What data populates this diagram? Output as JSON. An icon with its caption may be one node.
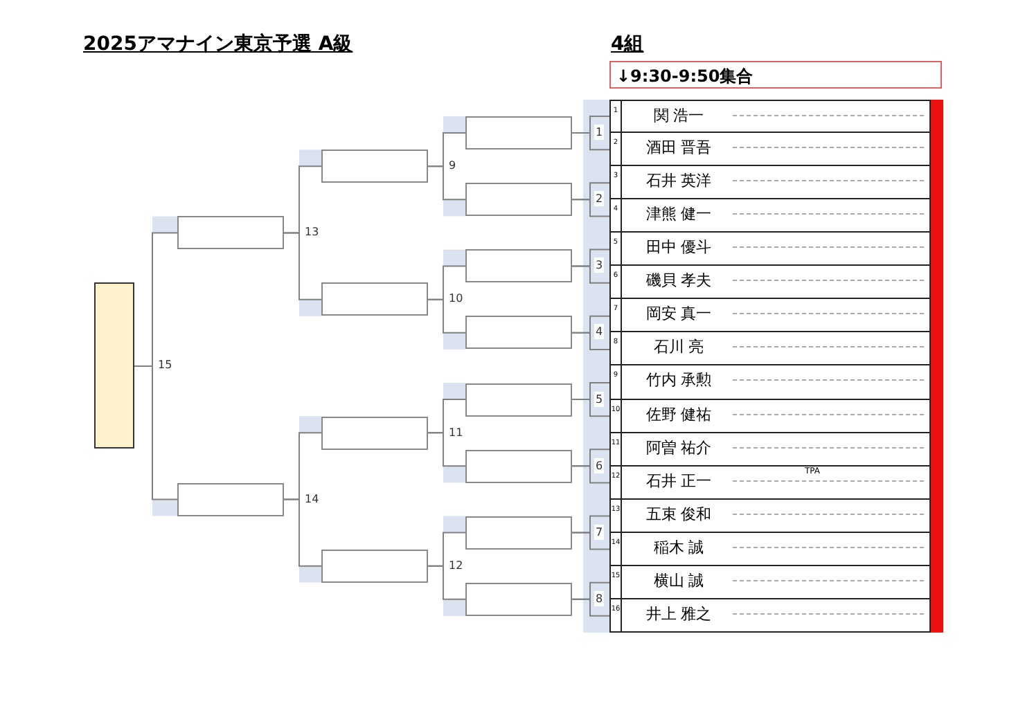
{
  "diagram": {
    "title": "2025アマナイン東京予選 A級",
    "nodes": [
      {
        "text": [
          "↓9:30-9:50集合"
        ]
      },
      {
        "text": [
          "1",
          "関 浩一"
        ]
      },
      {
        "text": [
          "2",
          "酒田 晋吾"
        ]
      },
      {
        "text": [
          "3",
          "石井 英洋"
        ]
      },
      {
        "text": [
          "4",
          "津熊 健一"
        ]
      },
      {
        "text": [
          "5",
          "田中 優斗"
        ]
      },
      {
        "text": [
          "6",
          "磯貝 孝夫"
        ]
      },
      {
        "text": [
          "7",
          "岡安 真一"
        ]
      },
      {
        "text": [
          "8",
          "石川 亮"
        ]
      },
      {
        "text": [
          "9",
          "竹内 承勲"
        ]
      },
      {
        "text": [
          "10",
          "佐野 健祐"
        ]
      },
      {
        "text": [
          "11",
          "阿曽 祐介"
        ]
      },
      {
        "text": [
          "12",
          "石井 正一",
          "TPA"
        ]
      },
      {
        "text": [
          "13",
          "五束 俊和"
        ]
      },
      {
        "text": [
          "14",
          "稲木 誠"
        ]
      },
      {
        "text": [
          "15",
          "横山 誠"
        ]
      },
      {
        "text": [
          "16",
          "井上 雅之"
        ]
      },
      {
        "text": [],
        "shape": "box"
      },
      {
        "text": [],
        "shape": "box"
      },
      {
        "text": [],
        "shape": "box"
      },
      {
        "text": [],
        "shape": "box"
      },
      {
        "text": [],
        "shape": "box"
      },
      {
        "text": [],
        "shape": "box"
      },
      {
        "text": [],
        "shape": "box"
      },
      {
        "text": [],
        "shape": "box"
      },
      {
        "text": [],
        "shape": "box"
      },
      {
        "text": [],
        "shape": "box"
      },
      {
        "text": [],
        "shape": "box"
      },
      {
        "text": [],
        "shape": "box"
      },
      {
        "text": [],
        "shape": "box"
      },
      {
        "text": [],
        "shape": "box"
      },
      {
        "text": [],
        "shape": "box"
      }
    ],
    "edges": [
      {
        "from": 1,
        "to": 24,
        "arrow": "none",
        "label": "1"
      },
      {
        "from": 2,
        "to": 24,
        "arrow": "none"
      },
      {
        "from": 3,
        "to": 25,
        "arrow": "none",
        "label": "2"
      },
      {
        "from": 4,
        "to": 25,
        "arrow": "none"
      },
      {
        "from": 5,
        "to": 26,
        "arrow": "none",
        "label": "3"
      },
      {
        "from": 6,
        "to": 26,
        "arrow": "none"
      },
      {
        "from": 7,
        "to": 27,
        "arrow": "none",
        "label": "4"
      },
      {
        "from": 8,
        "to": 27,
        "arrow": "none"
      },
      {
        "from": 9,
        "to": 28,
        "arrow": "none",
        "label": "5"
      },
      {
        "from": 10,
        "to": 28,
        "arrow": "none"
      },
      {
        "from": 11,
        "to": 29,
        "arrow": "none",
        "label": "6"
      },
      {
        "from": 12,
        "to": 29,
        "arrow": "none"
      },
      {
        "from": 13,
        "to": 30,
        "arrow": "none",
        "label": "7"
      },
      {
        "from": 14,
        "to": 30,
        "arrow": "none"
      },
      {
        "from": 15,
        "to": 31,
        "arrow": "none",
        "label": "8"
      },
      {
        "from": 16,
        "to": 31,
        "arrow": "none"
      },
      {
        "from": 24,
        "to": 20,
        "arrow": "none",
        "label": "9"
      },
      {
        "from": 25,
        "to": 20,
        "arrow": "none"
      },
      {
        "from": 26,
        "to": 21,
        "arrow": "none",
        "label": "10"
      },
      {
        "from": 27,
        "to": 21,
        "arrow": "none"
      },
      {
        "from": 28,
        "to": 22,
        "arrow": "none",
        "label": "11"
      },
      {
        "from": 29,
        "to": 22,
        "arrow": "none"
      },
      {
        "from": 30,
        "to": 23,
        "arrow": "none",
        "label": "12"
      },
      {
        "from": 31,
        "to": 23,
        "arrow": "none"
      },
      {
        "from": 20,
        "to": 18,
        "arrow": "none",
        "label": "13"
      },
      {
        "from": 21,
        "to": 18,
        "arrow": "none"
      },
      {
        "from": 22,
        "to": 19,
        "arrow": "none",
        "label": "14"
      },
      {
        "from": 23,
        "to": 19,
        "arrow": "none"
      },
      {
        "from": 18,
        "to": 17,
        "arrow": "none",
        "label": "15"
      },
      {
        "from": 19,
        "to": 17,
        "arrow": "none"
      }
    ],
    "labels": [
      "4組"
    ]
  }
}
